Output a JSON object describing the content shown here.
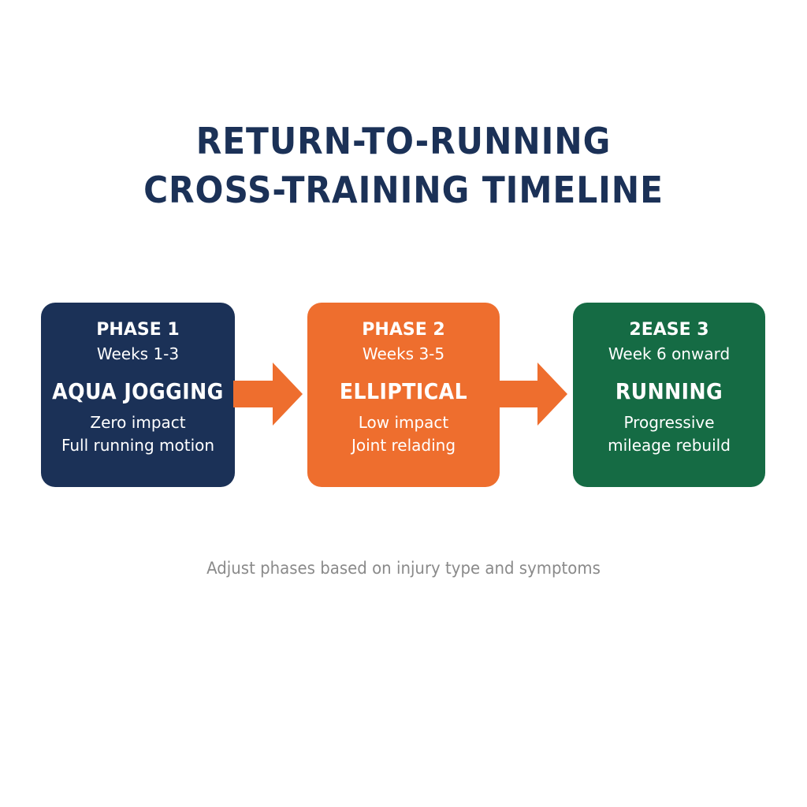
{
  "title": {
    "line1": "RETURN-TO-RUNNING",
    "line2": "CROSS-TRAINING TIMELINE"
  },
  "phases": [
    {
      "label": "PHASE 1",
      "weeks": "Weeks 1-3",
      "activity": "AQUA JOGGING",
      "desc": [
        "Zero impact",
        "Full running motion"
      ],
      "color": "#1b3157"
    },
    {
      "label": "PHASE 2",
      "weeks": "Weeks 3-5",
      "activity": "ELLIPTICAL",
      "desc": [
        "Low impact",
        "Joint relading"
      ],
      "color": "#ee6e2e"
    },
    {
      "label": "2EASE 3",
      "weeks": "Week 6 onward",
      "activity": "RUNNING",
      "desc": [
        "Progressive",
        "mileage rebuild"
      ],
      "color": "#156b44"
    }
  ],
  "arrow_color": "#ee6e2e",
  "footnote": "Adjust phases based on injury type and symptoms"
}
